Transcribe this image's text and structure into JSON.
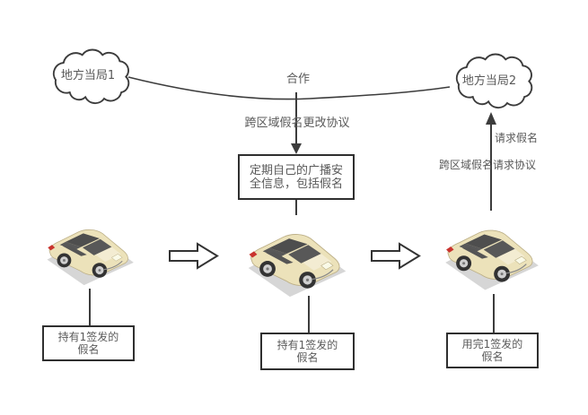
{
  "clouds": {
    "left": "地方当局1",
    "right": "地方当局2"
  },
  "labels": {
    "cooperation": "合作",
    "change_protocol": "跨区域假名更改协议",
    "request_pseudonym": "请求假名",
    "request_protocol": "跨区域假名请求协议"
  },
  "boxes": {
    "broadcast": {
      "line1": "定期自己的广播安",
      "line2": "全信息，包括假名"
    },
    "left_car": {
      "line1": "持有1签发的",
      "line2": "假名"
    },
    "middle_car": {
      "line1": "持有1签发的",
      "line2": "假名"
    },
    "right_car": {
      "line1": "用完1签发的",
      "line2": "假名"
    }
  },
  "icons": {
    "car": "car-icon",
    "cloud": "cloud-shape",
    "block_arrow": "right-block-arrow-icon",
    "down_arrow": "down-arrow-icon",
    "up_arrow": "up-arrow-icon"
  },
  "colors": {
    "background": "#ffffff",
    "stroke": "#3c3c3c",
    "box_border": "#2f2f2f",
    "text": "#595959",
    "car_body": "#ece2ba",
    "car_glass": "#545454",
    "car_shadow": "#d6d6d6",
    "taillight": "#c9332e"
  }
}
